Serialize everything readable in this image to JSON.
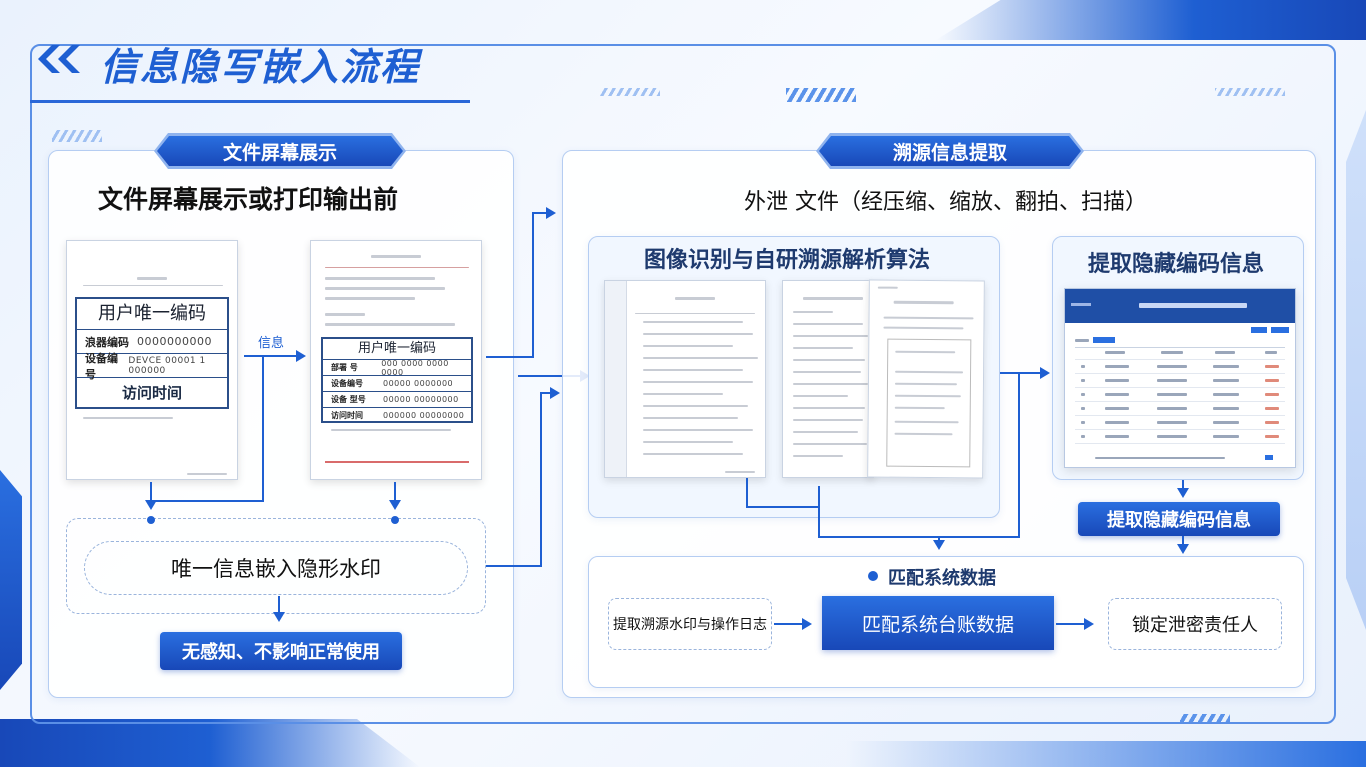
{
  "page": {
    "title": "信息隐写嵌入流程",
    "colors": {
      "primary": "#1e5fd2",
      "dark": "#1848b8",
      "frame": "#5a8fe6"
    }
  },
  "left_panel": {
    "ribbon": "文件屏幕展示",
    "heading": "文件屏幕展示或打印输出前",
    "doc1": {
      "table_title": "用户唯一编码",
      "rows": [
        {
          "key": "浪器编码",
          "value": "0000000000"
        },
        {
          "key": "设备编号",
          "value": "DEVCE 00001 1 000000"
        }
      ],
      "footer": "访问时间"
    },
    "arrow_label": "信息",
    "doc2": {
      "table_title": "用户唯一编码",
      "rows": [
        {
          "key": "部署 号",
          "value": "000 0000 0000 0000"
        },
        {
          "key": "设备编号",
          "value": "00000 0000000"
        },
        {
          "key": "设备 型号",
          "value": "00000 00000000"
        },
        {
          "key": "访问时间",
          "value": "000000 00000000"
        }
      ]
    },
    "embed_box": "唯一信息嵌入隐形水印",
    "result_button": "无感知、不影响正常使用"
  },
  "right_panel": {
    "ribbon": "溯源信息提取",
    "heading": "外泄 文件（经压缩、缩放、翻拍、扫描）",
    "algo_title": "图像识别与自研溯源解析算法",
    "extract_title": "提取隐藏编码信息",
    "extract_button": "提取隐藏编码信息",
    "match_title": "匹配系统数据",
    "flow": {
      "step1": "提取溯源水印与操作日志",
      "step2": "匹配系统台账数据",
      "step3": "锁定泄密责任人"
    }
  }
}
